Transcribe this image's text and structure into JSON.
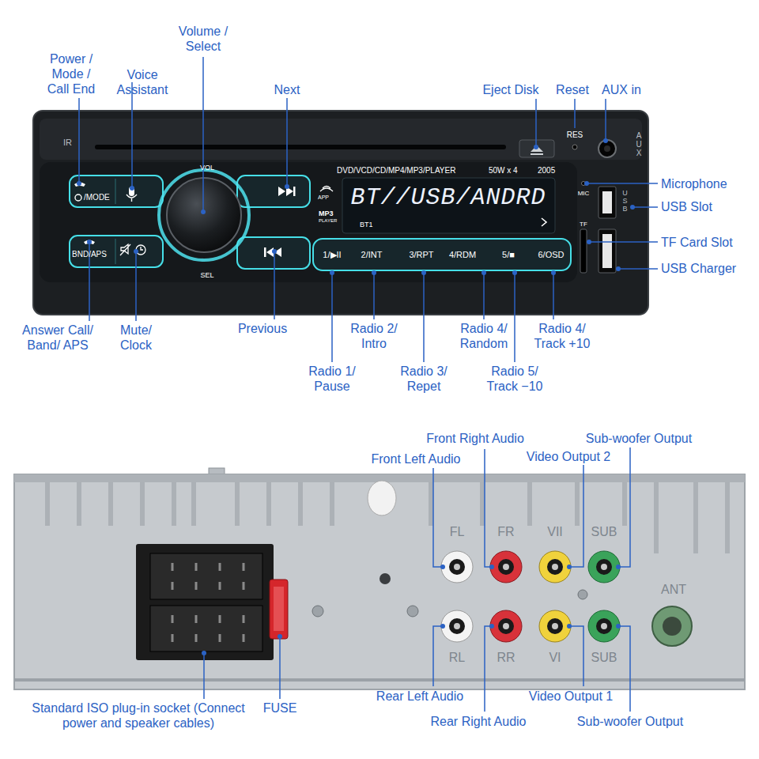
{
  "diagram": {
    "labels": [
      "Volume / Select",
      "Power / Mode / Call End",
      "Voice Assistant",
      "Next",
      "Eject Disk",
      "Reset",
      "AUX in",
      "Microphone",
      "USB Slot",
      "TF Card Slot",
      "USB Charger",
      "Answer Call/ Band/ APS",
      "Mute/ Clock",
      "Previous",
      "Radio 2/ Intro",
      "Radio 4/ Random",
      "Radio 4/ Track +10",
      "Radio 1/ Pause",
      "Radio 3/ Repet",
      "Radio 5/ Track −10",
      "IR",
      "VOL",
      "SEL",
      "DVD/VCD/CD/MP4/MP3/PLAYER",
      "50W x 4",
      "2005",
      "BT//USB/ANDRD",
      "BT1",
      "APP",
      "MP3",
      "PLAYER",
      "/MODE",
      "BND/APS",
      "1/▶II",
      "2/INT",
      "3/RPT",
      "4/RDM",
      "5/■",
      "6/OSD",
      "RES",
      "AUX",
      "MIC",
      "USB",
      "TF",
      "Front Right Audio",
      "Sub-woofer Output",
      "Front Left Audio",
      "Video Output 2",
      "Standard ISO plug-in socket (Connect power and speaker cables)",
      "FUSE",
      "Rear Left Audio",
      "Video Output 1",
      "Rear Right Audio",
      "Sub-woofer Output",
      "FL",
      "FR",
      "VII",
      "SUB",
      "RL",
      "RR",
      "VI",
      "SUB",
      "ANT"
    ]
  }
}
